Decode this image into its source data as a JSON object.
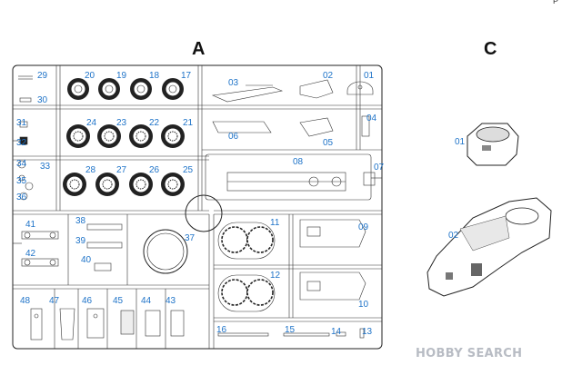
{
  "header": {
    "corner_char": "P"
  },
  "sprue_a": {
    "title": "A",
    "labels": {
      "p29": "29",
      "p20": "20",
      "p19": "19",
      "p18": "18",
      "p17": "17",
      "p03": "03",
      "p02": "02",
      "p01": "01",
      "p30": "30",
      "p24": "24",
      "p23": "23",
      "p22": "22",
      "p21": "21",
      "p06": "06",
      "p05": "05",
      "p04": "04",
      "p31": "31",
      "p32": "32",
      "p34": "34",
      "p33": "33",
      "p35": "35",
      "p36": "36",
      "p28": "28",
      "p27": "27",
      "p26": "26",
      "p25": "25",
      "p08": "08",
      "p07": "07",
      "p41": "41",
      "p38": "38",
      "p39": "39",
      "p42": "42",
      "p40": "40",
      "p37": "37",
      "p11": "11",
      "p09": "09",
      "p12": "12",
      "p10": "10",
      "p48": "48",
      "p47": "47",
      "p46": "46",
      "p45": "45",
      "p44": "44",
      "p43": "43",
      "p16": "16",
      "p15": "15",
      "p14": "14",
      "p13": "13"
    }
  },
  "sprue_c": {
    "title": "C",
    "labels": {
      "p01": "01",
      "p02": "02"
    }
  },
  "watermark": {
    "text": "HOBBY SEARCH"
  }
}
